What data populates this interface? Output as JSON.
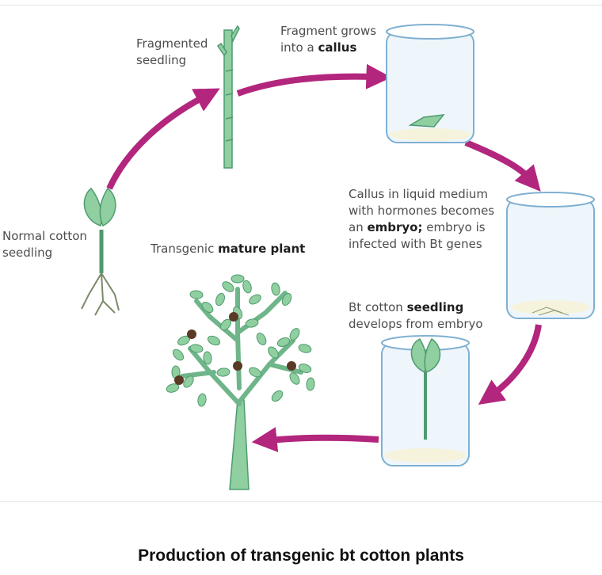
{
  "colors": {
    "arrow": "#b3267d",
    "plant_fill": "#8fcfa0",
    "plant_stroke": "#4f9a70",
    "jar_fill": "#eef6fb",
    "jar_stroke": "#7fb0d2",
    "boll": "#5a3a24",
    "text": "#4d4d4d"
  },
  "labels": {
    "fragmented": {
      "line1": "Fragmented",
      "line2": "seedling"
    },
    "callus": {
      "line1": "Fragment grows",
      "line2_pre": "into a ",
      "line2_bold": "callus"
    },
    "embryo": {
      "line1": "Callus in liquid medium",
      "line2": "with hormones becomes",
      "line3_pre": "an ",
      "line3_bold": "embryo;",
      "line3_post": " embryo is",
      "line4": "infected with Bt genes"
    },
    "bt_seedling": {
      "line1_pre": "Bt cotton ",
      "line1_bold": "seedling",
      "line2": "develops from embryo"
    },
    "mature": {
      "pre": "Transgenic ",
      "bold": "mature plant"
    },
    "normal": {
      "line1": "Normal cotton",
      "line2": "seedling"
    }
  },
  "caption": "Production of transgenic bt cotton plants",
  "icons": [
    "normal-seedling-icon",
    "fragmented-seedling-icon",
    "callus-jar-icon",
    "embryo-jar-icon",
    "bt-seedling-jar-icon",
    "mature-plant-icon"
  ]
}
